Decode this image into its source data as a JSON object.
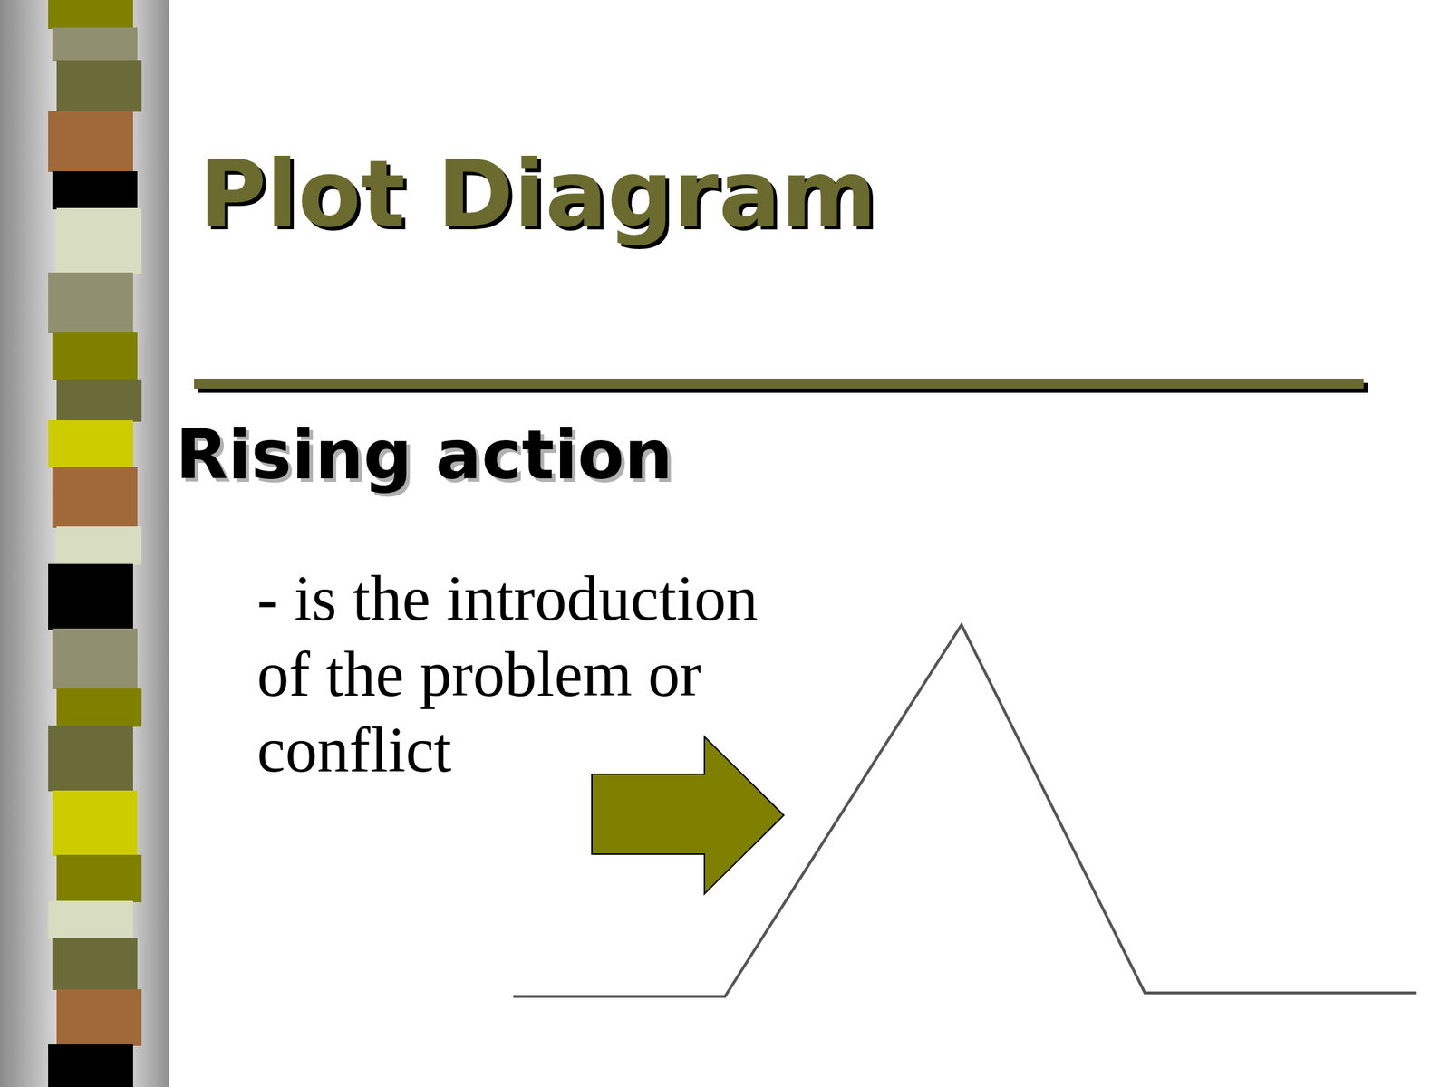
{
  "diagram": {
    "title": "Plot Diagram",
    "labels": [
      "Rising action",
      "- is the introduction of the problem or conflict"
    ]
  }
}
